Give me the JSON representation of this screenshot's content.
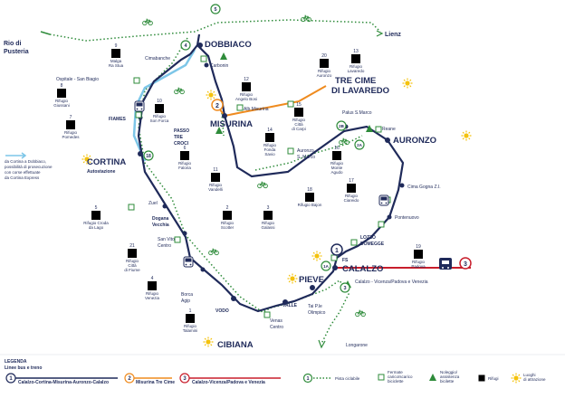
{
  "places": {
    "dobbiaco": "DOBBIACO",
    "cortina": "CORTINA",
    "cortina_sub": "Autostazione",
    "misurina": "MISURINA",
    "auronzo": "AURONZO",
    "pieve": "PIEVE",
    "calalzo": "CALALZO",
    "cibiana": "CIBIANA",
    "tre_cime_1": "TRE CIME",
    "tre_cime_2": "DI LAVAREDO",
    "rio_1": "Rio di",
    "rio_2": "Pusteria",
    "lienz": "Lienz",
    "cimabanche": "Cimabanche",
    "carbonin": "Carbonin",
    "ospitale": "Ospitale - San Biagio",
    "fiames": "FIAMES",
    "passo_1": "PASSO",
    "passo_2": "TRE",
    "passo_3": "CROCI",
    "alb_misurina": "Alb.Misurina",
    "palus": "Palus S.Marco",
    "reane": "Reane",
    "auronzo_sm_1": "Auronzo",
    "auronzo_sm_2": "S. Marco",
    "cima_gogna": "Cima Gogna Z.I.",
    "pontenuovo": "Pontenuovo",
    "lozzo_1": "LOZZO",
    "lozzo_2": "DOMEGGE",
    "fs": "FS",
    "zuel": "Zuel",
    "dogana_1": "Dogana",
    "dogana_2": "Vecchia",
    "san_vito_1": "San Vito",
    "san_vito_2": "Centro",
    "borca_1": "Borca",
    "borca_2": "Agip",
    "vodo": "VODO",
    "venas_1": "Venas",
    "venas_2": "Centro",
    "valle": "VALLE",
    "tai_1": "Tai P.le",
    "tai_2": "Olimpico",
    "longarone": "Longarone",
    "calalzo_venezia": "Calalzo - Vicenza/Padova e Venezia",
    "cortina_note_1": "da Cortina a Dobbiaco,",
    "cortina_note_2": "possibilità di prosecuzione",
    "cortina_note_3": "con corse effettuate",
    "cortina_note_4": "da Cortina Express"
  },
  "huts": [
    {
      "num": "9",
      "l1": "Malga",
      "l2": "Ra Stua"
    },
    {
      "num": "8",
      "l1": "Rifugio",
      "l2": "Giussani"
    },
    {
      "num": "7",
      "l1": "Rifugio",
      "l2": "Pomedes"
    },
    {
      "num": "10",
      "l1": "Rifugio",
      "l2": "Son Forca"
    },
    {
      "num": "12",
      "l1": "Rifugio",
      "l2": "Angelo Bosi"
    },
    {
      "num": "20",
      "l1": "Rifugio",
      "l2": "Auronzo"
    },
    {
      "num": "13",
      "l1": "Rifugio",
      "l2": "Lavaredo"
    },
    {
      "num": "15",
      "l1": "Rifugio",
      "l2": "Città",
      "l3": "di Carpi"
    },
    {
      "num": "14",
      "l1": "Rifugio",
      "l2": "Fonda",
      "l3": "Savio"
    },
    {
      "num": "6",
      "l1": "Rifugio",
      "l2": "Faloria"
    },
    {
      "num": "11",
      "l1": "Rifugio",
      "l2": "Vandelli"
    },
    {
      "num": "16",
      "l1": "Rifugio",
      "l2": "Monte",
      "l3": "Agudo"
    },
    {
      "num": "17",
      "l1": "Rifugio",
      "l2": "Ciareido"
    },
    {
      "num": "18",
      "l1": "Rifugio Bajon",
      "l2": ""
    },
    {
      "num": "5",
      "l1": "Rifugio Croda",
      "l2": "da Lago"
    },
    {
      "num": "2",
      "l1": "Rifugio",
      "l2": "Scotter"
    },
    {
      "num": "3",
      "l1": "Rifugio",
      "l2": "Galassi"
    },
    {
      "num": "21",
      "l1": "Rifugio",
      "l2": "Città",
      "l3": "di Fiume"
    },
    {
      "num": "19",
      "l1": "Rifugio",
      "l2": "Padova"
    },
    {
      "num": "4",
      "l1": "Rifugio",
      "l2": "Venezia"
    },
    {
      "num": "1",
      "l1": "Rifugio",
      "l2": "Talamini"
    }
  ],
  "badges": {
    "b1": "1",
    "b2": "2",
    "b3": "3",
    "b4": "4",
    "b5": "5",
    "b18": "18",
    "b1a": "1A",
    "b2a": "2A",
    "b2b": "2B",
    "b3g": "3"
  },
  "legend": {
    "title": "LEGENDA",
    "subtitle": "Linee bus e treno",
    "line1": "Calalzo-Cortina-Misurina-Auronzo-Calalzo",
    "line2": "Misurina Tre Cime",
    "line3": "Calalzo-Vicenza/Padova e Venezia",
    "num1": "1",
    "num2": "2",
    "num3": "3",
    "numg": "1",
    "bike_path": "Pista ciclabile",
    "stop_1": "Fermate",
    "stop_2": "carico/scarico",
    "stop_3": "biciclette",
    "rental_1": "Noleggio/",
    "rental_2": "assistenza",
    "rental_3": "bicilette",
    "huts": "Rifugi",
    "attract_1": "Luoghi",
    "attract_2": "di attrazione"
  },
  "colors": {
    "navy": "#1f2a5a",
    "green": "#2e8b3a",
    "orange": "#ef8b1f",
    "red": "#c81e2c",
    "lightblue": "#7dc6e8",
    "yellow": "#f4c20d"
  }
}
